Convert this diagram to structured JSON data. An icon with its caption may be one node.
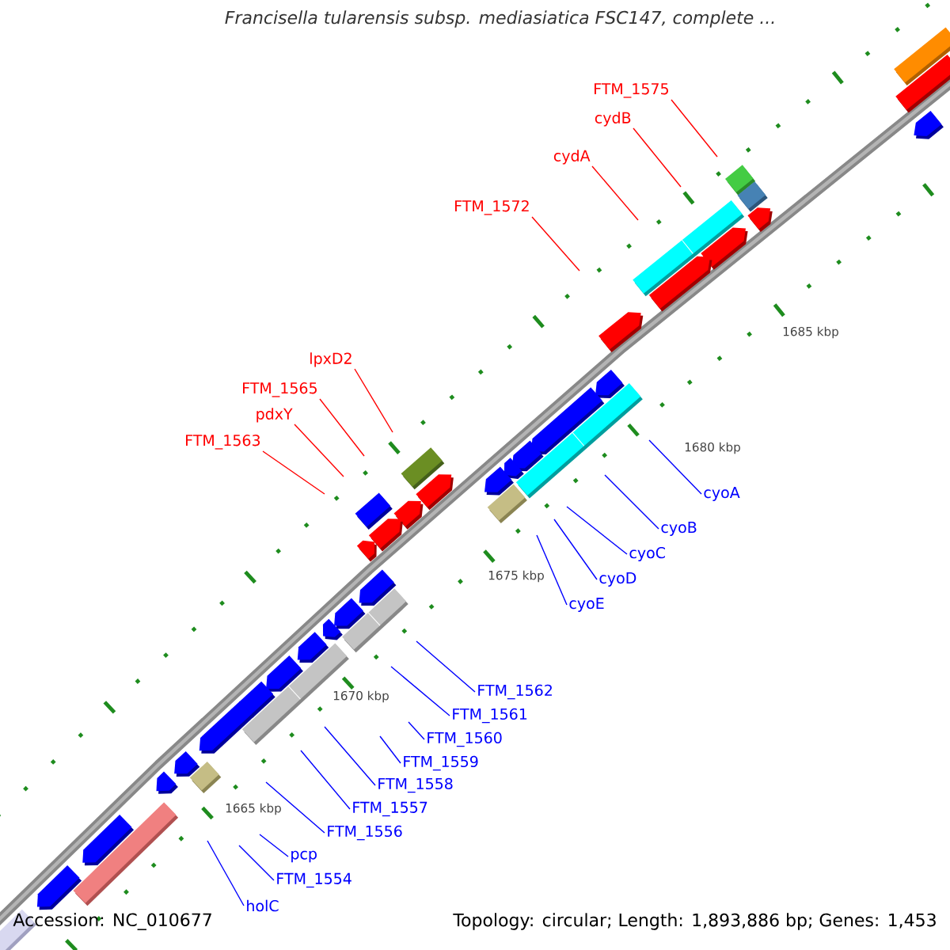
{
  "diagram": {
    "title": "Francisella tularensis subsp. mediasiatica FSC147, complete ...",
    "nodes": [
      {
        "text": [
          "FTM_1575"
        ]
      },
      {
        "text": [
          "cydB"
        ]
      },
      {
        "text": [
          "cydA"
        ]
      },
      {
        "text": [
          "FTM_1572"
        ]
      },
      {
        "text": [
          "lpxD2"
        ]
      },
      {
        "text": [
          "FTM_1565"
        ]
      },
      {
        "text": [
          "pdxY"
        ]
      },
      {
        "text": [
          "FTM_1563"
        ]
      },
      {
        "text": [
          "cyoA"
        ]
      },
      {
        "text": [
          "cyoB"
        ]
      },
      {
        "text": [
          "cyoC"
        ]
      },
      {
        "text": [
          "cyoD"
        ]
      },
      {
        "text": [
          "cyoE"
        ]
      },
      {
        "text": [
          "FTM_1562"
        ]
      },
      {
        "text": [
          "FTM_1561"
        ]
      },
      {
        "text": [
          "FTM_1560"
        ]
      },
      {
        "text": [
          "FTM_1559"
        ]
      },
      {
        "text": [
          "FTM_1558"
        ]
      },
      {
        "text": [
          "FTM_1557"
        ]
      },
      {
        "text": [
          "FTM_1556"
        ]
      },
      {
        "text": [
          "pcp"
        ]
      },
      {
        "text": [
          "FTM_1554"
        ]
      },
      {
        "text": [
          "holC"
        ]
      }
    ],
    "edges": [
      {
        "from": 0,
        "to": null,
        "arrow": "none",
        "color": "#ff0000"
      },
      {
        "from": 1,
        "to": null,
        "arrow": "none",
        "color": "#ff0000"
      },
      {
        "from": 2,
        "to": null,
        "arrow": "none",
        "color": "#ff0000"
      },
      {
        "from": 3,
        "to": null,
        "arrow": "none",
        "color": "#ff0000"
      },
      {
        "from": 4,
        "to": null,
        "arrow": "none",
        "color": "#ff0000"
      },
      {
        "from": 5,
        "to": null,
        "arrow": "none",
        "color": "#ff0000"
      },
      {
        "from": 6,
        "to": null,
        "arrow": "none",
        "color": "#ff0000"
      },
      {
        "from": 7,
        "to": null,
        "arrow": "none",
        "color": "#ff0000"
      },
      {
        "from": 8,
        "to": null,
        "arrow": "none"
      },
      {
        "from": 9,
        "to": null,
        "arrow": "none"
      },
      {
        "from": 10,
        "to": null,
        "arrow": "none"
      },
      {
        "from": 11,
        "to": null,
        "arrow": "none"
      },
      {
        "from": 12,
        "to": null,
        "arrow": "none"
      },
      {
        "from": 13,
        "to": null,
        "arrow": "none"
      },
      {
        "from": 14,
        "to": null,
        "arrow": "none"
      },
      {
        "from": 15,
        "to": null,
        "arrow": "none"
      },
      {
        "from": 16,
        "to": null,
        "arrow": "none"
      },
      {
        "from": 17,
        "to": null,
        "arrow": "none"
      },
      {
        "from": 18,
        "to": null,
        "arrow": "none"
      },
      {
        "from": 19,
        "to": null,
        "arrow": "none"
      },
      {
        "from": 20,
        "to": null,
        "arrow": "none"
      },
      {
        "from": 21,
        "to": null,
        "arrow": "none"
      },
      {
        "from": 22,
        "to": null,
        "arrow": "none"
      }
    ],
    "labels": [
      "1685 kbp",
      "1680 kbp",
      "1675 kbp",
      "1670 kbp",
      "1665 kbp",
      "Accession: NC_010677",
      "Topology: circular; Length: 1,893,886 bp; Genes: 1,453"
    ]
  }
}
